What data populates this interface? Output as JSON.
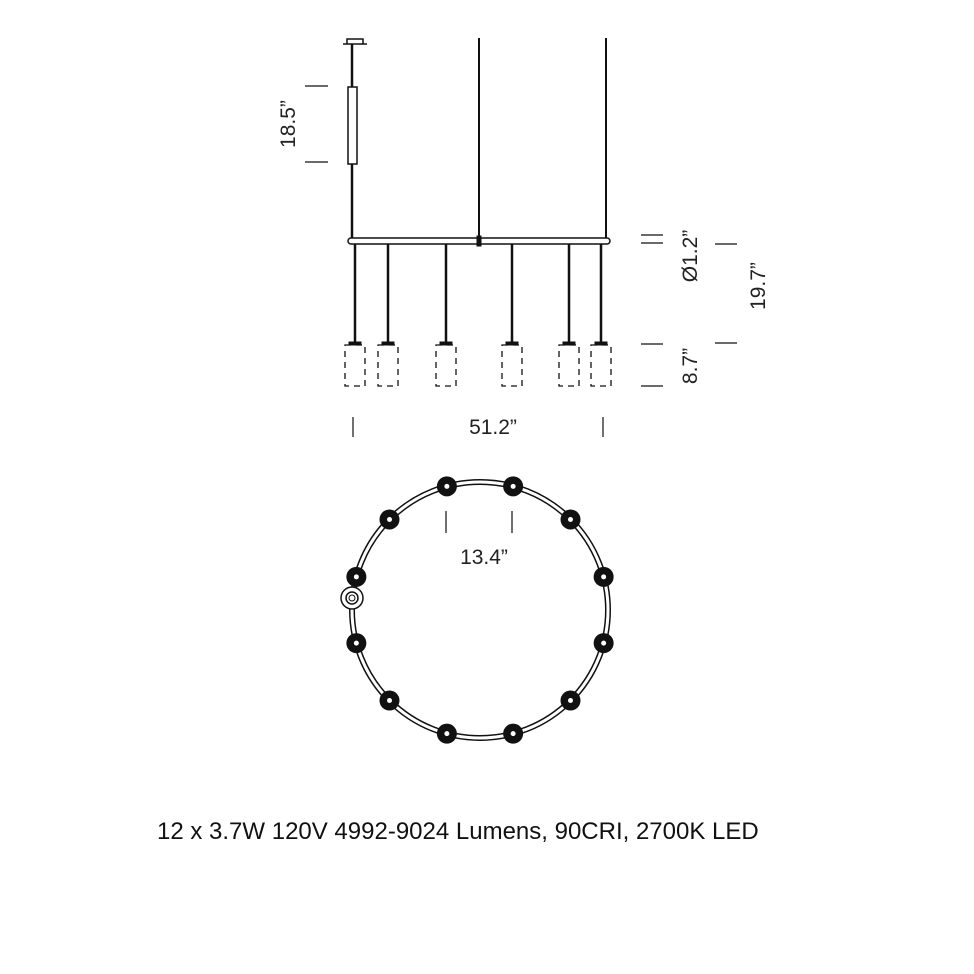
{
  "dimensions": {
    "cable_length": "18.5”",
    "bar_diameter": "Ø1.2”",
    "overall_height": "19.7”",
    "pendant_height": "8.7”",
    "overall_width": "51.2”",
    "pendant_spacing": "13.4”"
  },
  "pendant_count": 12,
  "spec_text": "12 x 3.7W 120V 4992-9024 Lumens, 90CRI, 2700K LED"
}
